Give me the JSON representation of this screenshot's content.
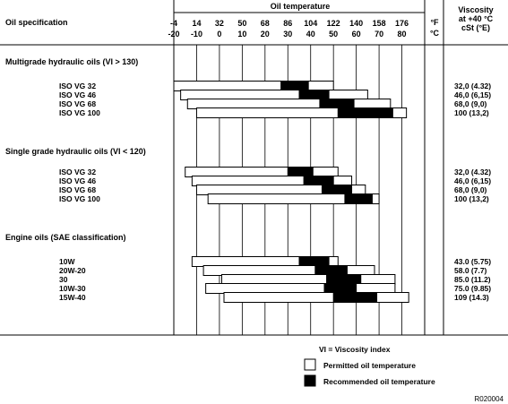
{
  "chart_data": {
    "type": "bar",
    "orientation": "horizontal-range",
    "title": "Oil temperature",
    "row_header": "Oil specification",
    "viscosity_header": [
      "Viscosity",
      "at +40 °C",
      "cSt   (°E)"
    ],
    "unit_f": "°F",
    "unit_c": "°C",
    "ticks_f": [
      "-4",
      "14",
      "32",
      "50",
      "68",
      "86",
      "104",
      "122",
      "140",
      "158",
      "176"
    ],
    "ticks_c": [
      "-20",
      "-10",
      "0",
      "10",
      "20",
      "30",
      "40",
      "50",
      "60",
      "70",
      "80"
    ],
    "x_range_c": [
      -20,
      90
    ],
    "grid": true,
    "groups": [
      {
        "title": "Multigrade hydraulic oils (VI > 130)",
        "rows": [
          {
            "label": "ISO VG 32",
            "permitted": [
              -20,
              50
            ],
            "recommended": [
              27,
              39
            ],
            "viscosity": "32,0 (4.32)"
          },
          {
            "label": "ISO VG 46",
            "permitted": [
              -17,
              65
            ],
            "recommended": [
              35,
              48
            ],
            "viscosity": "46,0 (6,15)"
          },
          {
            "label": "ISO VG 68",
            "permitted": [
              -14,
              75
            ],
            "recommended": [
              44,
              59
            ],
            "viscosity": "68,0 (9,0)"
          },
          {
            "label": "ISO VG 100",
            "permitted": [
              -10,
              82
            ],
            "recommended": [
              52,
              76
            ],
            "viscosity": "100 (13,2)"
          }
        ]
      },
      {
        "title": "Single grade hydraulic oils (VI < 120)",
        "rows": [
          {
            "label": "ISO VG 32",
            "permitted": [
              -15,
              52
            ],
            "recommended": [
              30,
              41
            ],
            "viscosity": "32,0 (4.32)"
          },
          {
            "label": "ISO VG 46",
            "permitted": [
              -12,
              58
            ],
            "recommended": [
              37,
              50
            ],
            "viscosity": "46,0 (6,15)"
          },
          {
            "label": "ISO VG 68",
            "permitted": [
              -10,
              64
            ],
            "recommended": [
              45,
              58
            ],
            "viscosity": "68,0 (9,0)"
          },
          {
            "label": "ISO VG 100",
            "permitted": [
              -5,
              70
            ],
            "recommended": [
              55,
              67
            ],
            "viscosity": "100 (13,2)"
          }
        ]
      },
      {
        "title": "Engine oils (SAE classification)",
        "rows": [
          {
            "label": "10W",
            "permitted": [
              -12,
              52
            ],
            "recommended": [
              35,
              48
            ],
            "viscosity": "43.0 (5.75)"
          },
          {
            "label": "20W-20",
            "permitted": [
              -7,
              68
            ],
            "recommended": [
              42,
              56
            ],
            "viscosity": "58.0 (7.7)"
          },
          {
            "label": "30",
            "permitted": [
              1,
              77
            ],
            "recommended": [
              47,
              62
            ],
            "viscosity": "85.0 (11.2)"
          },
          {
            "label": "10W-30",
            "permitted": [
              -6,
              77
            ],
            "recommended": [
              46,
              60
            ],
            "viscosity": "75.0 (9.85)"
          },
          {
            "label": "15W-40",
            "permitted": [
              2,
              83
            ],
            "recommended": [
              50,
              69
            ],
            "viscosity": "109 (14.3)"
          }
        ]
      }
    ],
    "legend": [
      {
        "label": "VI = Viscosity index",
        "swatch": ""
      },
      {
        "label": "Permitted oil temperature",
        "swatch": "white"
      },
      {
        "label": "Recommended oil temperature",
        "swatch": "black"
      }
    ],
    "figure_code": "R020004"
  }
}
